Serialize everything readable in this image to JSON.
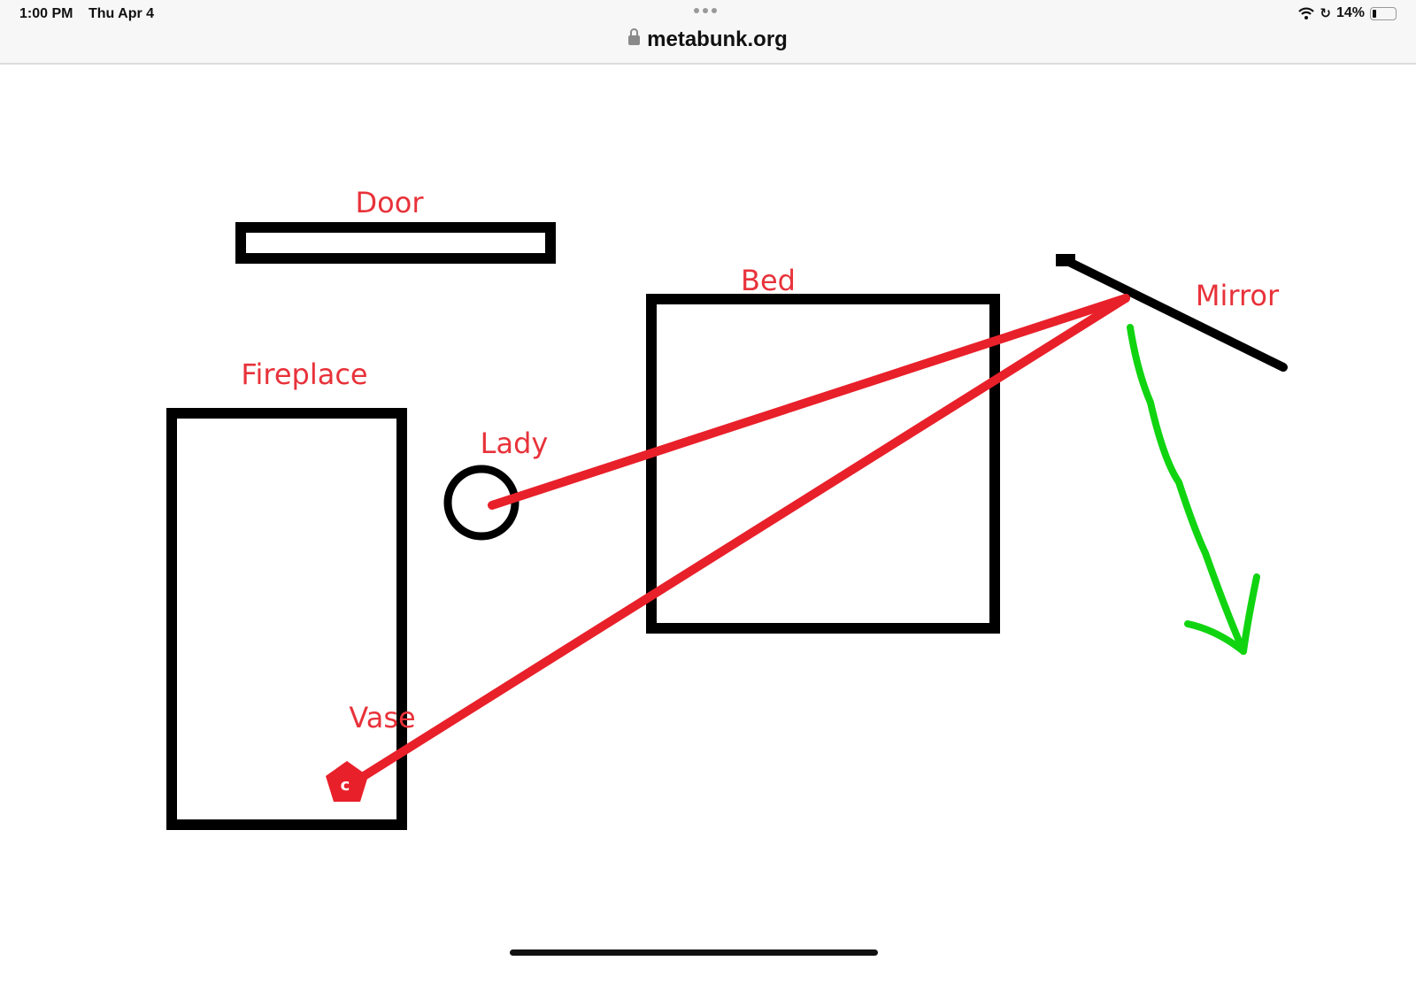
{
  "status_bar": {
    "time": "1:00 PM",
    "date": "Thu Apr 4",
    "battery": "14%"
  },
  "browser": {
    "url": "metabunk.org"
  },
  "diagram": {
    "labels": {
      "door": "Door",
      "bed": "Bed",
      "mirror": "Mirror",
      "fireplace": "Fireplace",
      "lady": "Lady",
      "vase": "Vase"
    },
    "colors": {
      "outline": "#000000",
      "sight_line": "#e8202a",
      "reflection_arrow": "#11d411",
      "label": "#e8323a"
    }
  }
}
